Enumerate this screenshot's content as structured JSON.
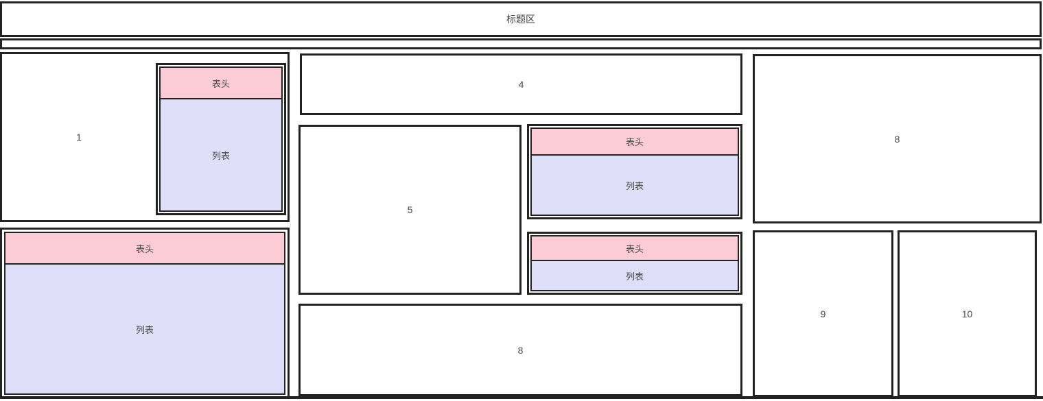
{
  "title_bar": {
    "text": "标题区"
  },
  "colors": {
    "border": "#232323",
    "table_header_bg": "#fcccd6",
    "table_body_bg": "#dfdffa",
    "page_bg": "#ffffff",
    "text": "#4a4a4a"
  },
  "table_labels": {
    "header": "表头",
    "list": "列表"
  },
  "left_column": {
    "panel_1": {
      "number": "1",
      "table": {
        "header": "表头",
        "list": "列表"
      }
    },
    "panel_2_table": {
      "header": "表头",
      "list": "列表"
    }
  },
  "middle_column": {
    "panel_4": {
      "number": "4"
    },
    "panel_5": {
      "number": "5"
    },
    "panel_6_table": {
      "header": "表头",
      "list": "列表"
    },
    "panel_7_table": {
      "header": "表头",
      "list": "列表"
    },
    "panel_8": {
      "number": "8"
    }
  },
  "right_column": {
    "panel_8": {
      "number": "8"
    },
    "panel_9": {
      "number": "9"
    },
    "panel_10": {
      "number": "10"
    }
  }
}
